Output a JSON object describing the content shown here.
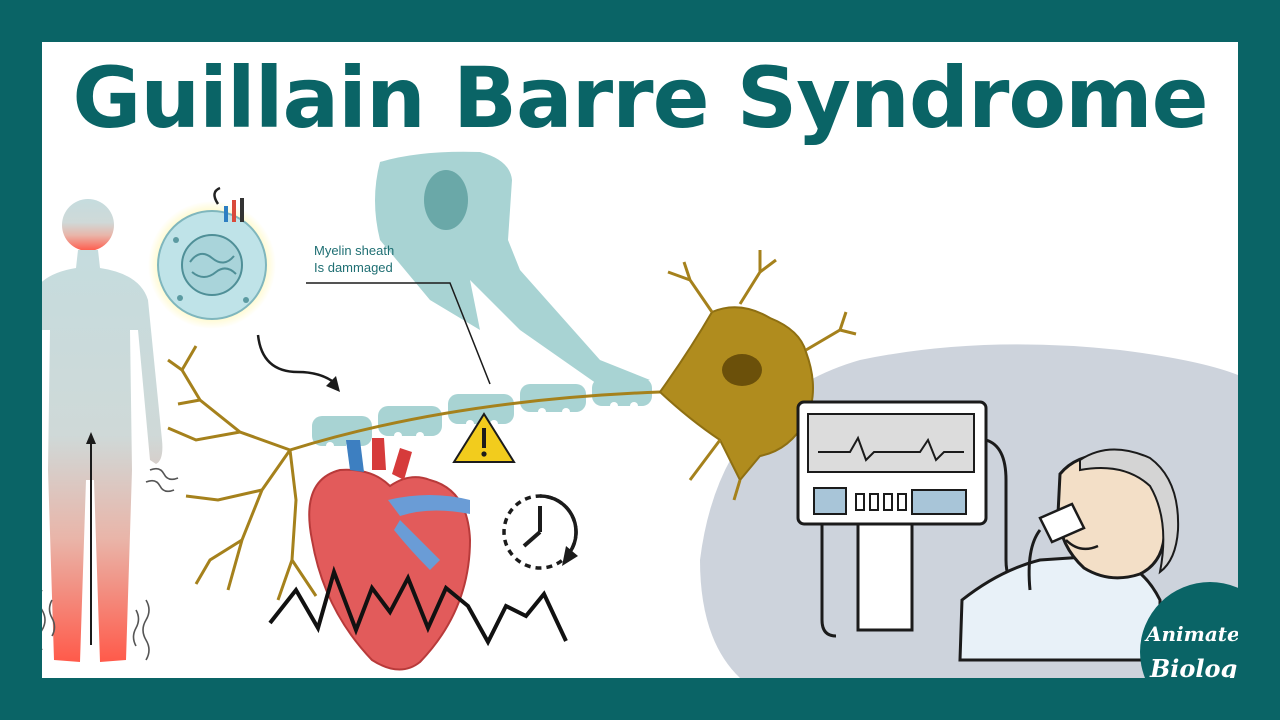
{
  "title": "Guillain Barre Syndrome",
  "annotation": {
    "line1": "Myelin sheath",
    "line2": "Is dammaged"
  },
  "logo": {
    "word1": "Animated",
    "word2": "Biology"
  },
  "colors": {
    "brand": "#0a6466",
    "neuron": "#b08c1e",
    "schwann": "#a8d3d3",
    "heart": "#e25b5b",
    "warning": "#f2cc1d"
  },
  "icons": [
    "human-silhouette-icon",
    "infected-cell-icon",
    "neuron-icon",
    "heart-icon",
    "warning-icon",
    "clock-icon",
    "ventilator-icon",
    "patient-icon"
  ]
}
